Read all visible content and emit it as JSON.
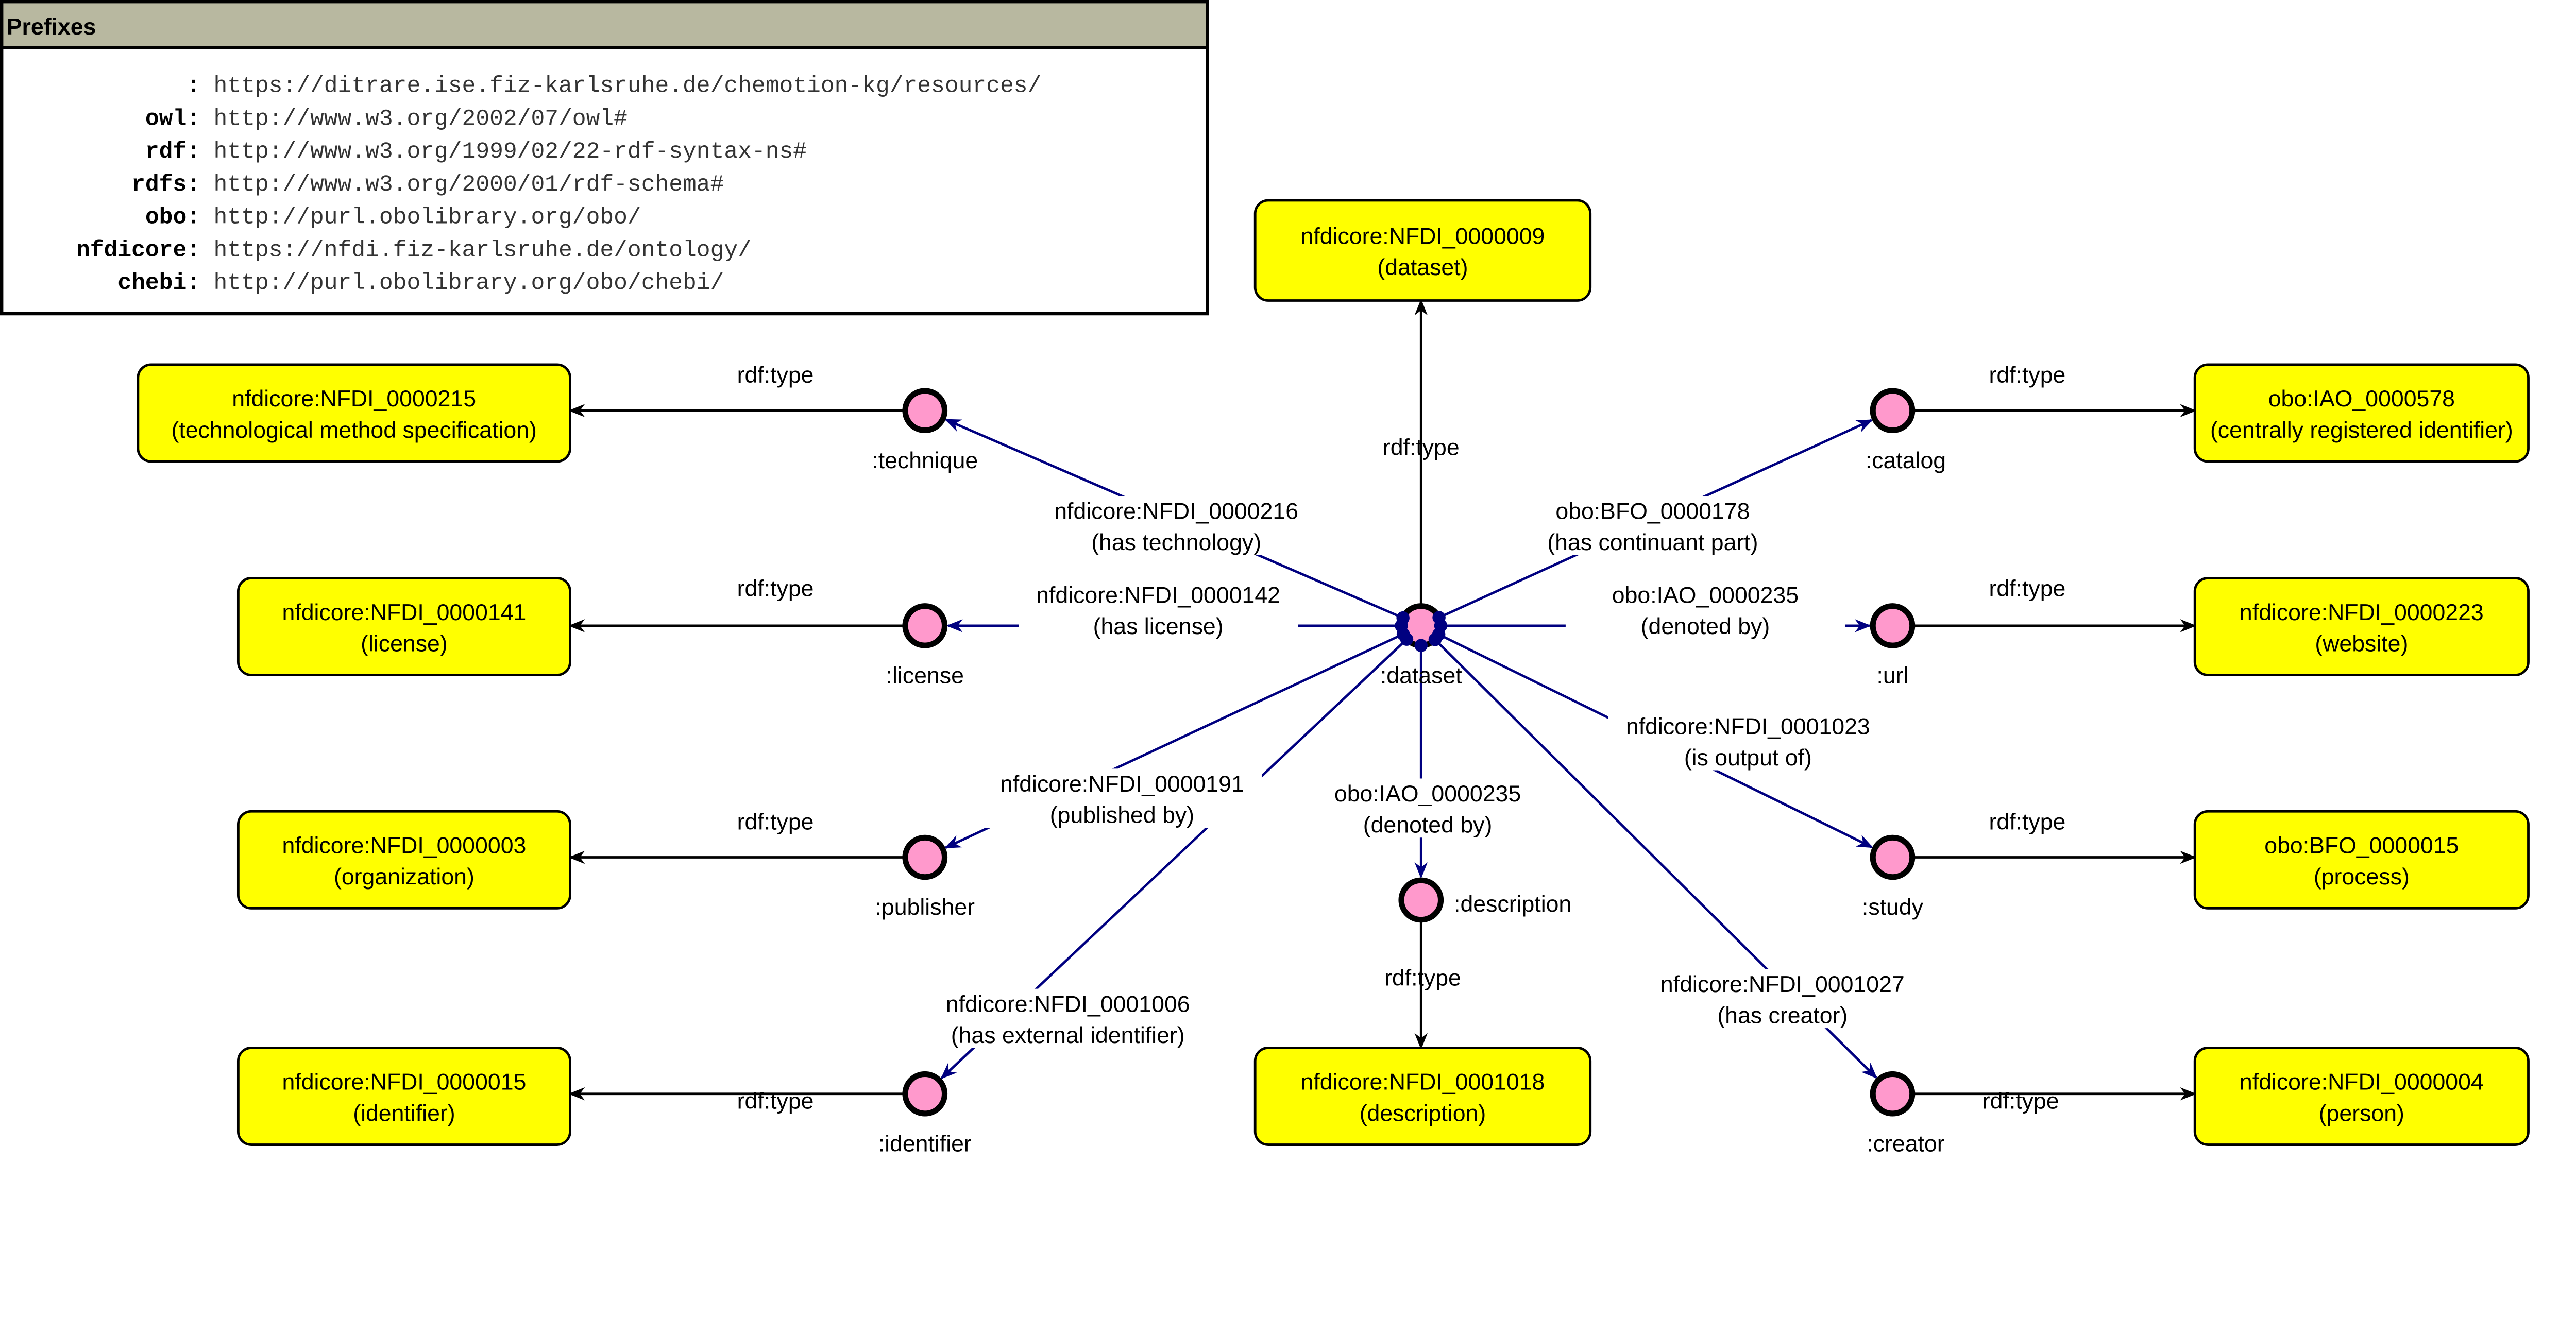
{
  "prefixes": {
    "title": "Prefixes",
    "header_color": "#B8B8A0",
    "rows": [
      {
        "prefix": ":",
        "iri": "https://ditrare.ise.fiz-karlsruhe.de/chemotion-kg/resources/"
      },
      {
        "prefix": "owl:",
        "iri": "http://www.w3.org/2002/07/owl#"
      },
      {
        "prefix": "rdf:",
        "iri": "http://www.w3.org/1999/02/22-rdf-syntax-ns#"
      },
      {
        "prefix": "rdfs:",
        "iri": "http://www.w3.org/2000/01/rdf-schema#"
      },
      {
        "prefix": "obo:",
        "iri": "http://purl.obolibrary.org/obo/"
      },
      {
        "prefix": "nfdicore:",
        "iri": "https://nfdi.fiz-karlsruhe.de/ontology/"
      },
      {
        "prefix": "chebi:",
        "iri": "http://purl.obolibrary.org/obo/chebi/"
      }
    ]
  },
  "colors": {
    "instance_fill": "#FF99CC",
    "class_fill": "#FFFF00",
    "object_edge": "#000080",
    "type_edge": "#000000"
  },
  "instances": [
    {
      "id": "dataset",
      "label": ":dataset"
    },
    {
      "id": "technique",
      "label": ":technique"
    },
    {
      "id": "license",
      "label": ":license"
    },
    {
      "id": "publisher",
      "label": ":publisher"
    },
    {
      "id": "identifier",
      "label": ":identifier"
    },
    {
      "id": "catalog",
      "label": ":catalog"
    },
    {
      "id": "url",
      "label": ":url"
    },
    {
      "id": "study",
      "label": ":study"
    },
    {
      "id": "creator",
      "label": ":creator"
    },
    {
      "id": "description",
      "label": ":description"
    }
  ],
  "classes": [
    {
      "id": "c_dataset",
      "line1": "nfdicore:NFDI_0000009",
      "line2": "(dataset)"
    },
    {
      "id": "c_technique",
      "line1": "nfdicore:NFDI_0000215",
      "line2": "(technological method specification)"
    },
    {
      "id": "c_license",
      "line1": "nfdicore:NFDI_0000141",
      "line2": "(license)"
    },
    {
      "id": "c_publisher",
      "line1": "nfdicore:NFDI_0000003",
      "line2": "(organization)"
    },
    {
      "id": "c_identifier",
      "line1": "nfdicore:NFDI_0000015",
      "line2": "(identifier)"
    },
    {
      "id": "c_catalog",
      "line1": "obo:IAO_0000578",
      "line2": "(centrally registered identifier)"
    },
    {
      "id": "c_url",
      "line1": "nfdicore:NFDI_0000223",
      "line2": "(website)"
    },
    {
      "id": "c_study",
      "line1": "obo:BFO_0000015",
      "line2": "(process)"
    },
    {
      "id": "c_creator",
      "line1": "nfdicore:NFDI_0000004",
      "line2": "(person)"
    },
    {
      "id": "c_description",
      "line1": "nfdicore:NFDI_0001018",
      "line2": "(description)"
    }
  ],
  "type_edges": [
    {
      "from": "dataset",
      "to": "c_dataset",
      "label": "rdf:type"
    },
    {
      "from": "technique",
      "to": "c_technique",
      "label": "rdf:type"
    },
    {
      "from": "license",
      "to": "c_license",
      "label": "rdf:type"
    },
    {
      "from": "publisher",
      "to": "c_publisher",
      "label": "rdf:type"
    },
    {
      "from": "identifier",
      "to": "c_identifier",
      "label": "rdf:type"
    },
    {
      "from": "catalog",
      "to": "c_catalog",
      "label": "rdf:type"
    },
    {
      "from": "url",
      "to": "c_url",
      "label": "rdf:type"
    },
    {
      "from": "study",
      "to": "c_study",
      "label": "rdf:type"
    },
    {
      "from": "creator",
      "to": "c_creator",
      "label": "rdf:type"
    },
    {
      "from": "description",
      "to": "c_description",
      "label": "rdf:type"
    }
  ],
  "object_edges": [
    {
      "to": "technique",
      "line1": "nfdicore:NFDI_0000216",
      "line2": "(has technology)"
    },
    {
      "to": "license",
      "line1": "nfdicore:NFDI_0000142",
      "line2": "(has license)"
    },
    {
      "to": "publisher",
      "line1": "nfdicore:NFDI_0000191",
      "line2": "(published by)"
    },
    {
      "to": "identifier",
      "line1": "nfdicore:NFDI_0001006",
      "line2": "(has external identifier)"
    },
    {
      "to": "catalog",
      "line1": "obo:BFO_0000178",
      "line2": "(has continuant part)"
    },
    {
      "to": "url",
      "line1": "obo:IAO_0000235",
      "line2": "(denoted by)"
    },
    {
      "to": "study",
      "line1": "nfdicore:NFDI_0001023",
      "line2": "(is output of)"
    },
    {
      "to": "creator",
      "line1": "nfdicore:NFDI_0001027",
      "line2": "(has creator)"
    },
    {
      "to": "description",
      "line1": "obo:IAO_0000235",
      "line2": "(denoted by)"
    }
  ]
}
